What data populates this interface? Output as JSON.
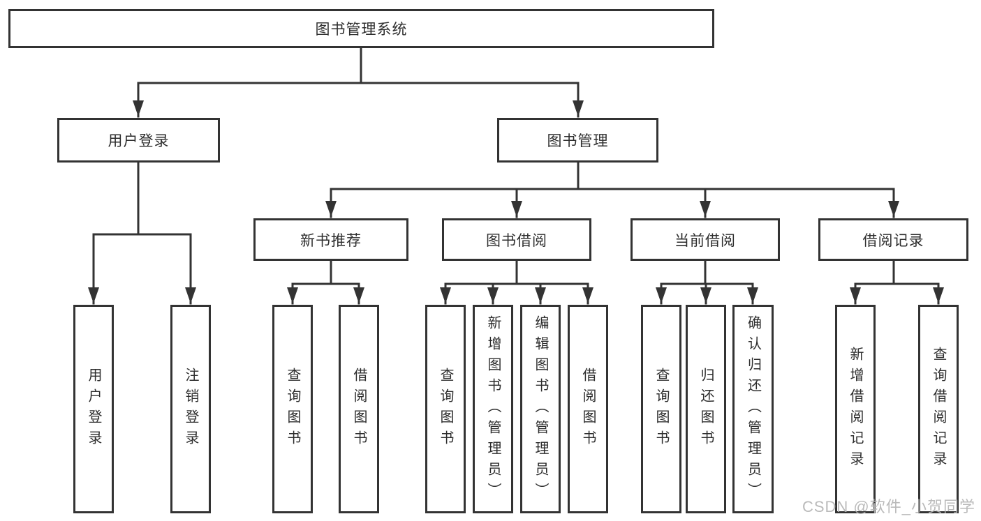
{
  "tree": {
    "root": {
      "label": "图书管理系统"
    },
    "branches": [
      {
        "label": "用户登录",
        "leaves": [
          "用户登录",
          "注销登录"
        ]
      },
      {
        "label": "图书管理",
        "groups": [
          {
            "label": "新书推荐",
            "leaves": [
              "查询图书",
              "借阅图书"
            ]
          },
          {
            "label": "图书借阅",
            "leaves": [
              "查询图书",
              "新增图书（管理员）",
              "编辑图书（管理员）",
              "借阅图书"
            ]
          },
          {
            "label": "当前借阅",
            "leaves": [
              "查询图书",
              "归还图书",
              "确认归还（管理员）"
            ]
          },
          {
            "label": "借阅记录",
            "leaves": [
              "新增借阅记录",
              "查询借阅记录"
            ]
          }
        ]
      }
    ]
  },
  "watermark": "CSDN @软件_小贺同学",
  "colors": {
    "line": "#333333",
    "text": "#2d2d2d",
    "box_fill": "#ffffff",
    "watermark": "#b5b5b5"
  }
}
